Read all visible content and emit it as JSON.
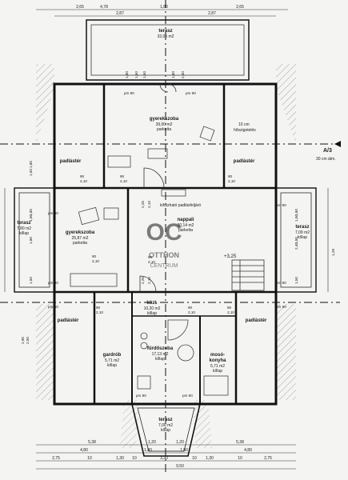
{
  "rooms": {
    "terasz_top": {
      "name": "terasz",
      "area": "32,05 m2"
    },
    "gyerek_top": {
      "name": "gyerekszoba",
      "area": "39,00 m2",
      "floor": "parketta"
    },
    "padlas_tl": {
      "name": "padlástér"
    },
    "padlas_tr": {
      "name": "padlástér"
    },
    "terasz_left": {
      "name": "terasz",
      "area": "7,80 m2",
      "floor": "kőlap"
    },
    "gyerek_left": {
      "name": "gyerekszoba",
      "area": "25,87 m2",
      "floor": "parketta"
    },
    "nappali": {
      "name": "nappali",
      "area": "30,14 m2",
      "floor": "parketta"
    },
    "terasz_right": {
      "name": "terasz",
      "area": "7,09 m2",
      "floor": "kőlap"
    },
    "kozl": {
      "name": "közl.",
      "area": "10,20 m2",
      "floor": "kőlap"
    },
    "padlas_bl": {
      "name": "padlástér"
    },
    "padlas_br": {
      "name": "padlástér"
    },
    "gardrob": {
      "name": "gardrób",
      "area": "5,71 m2",
      "floor": "kőlap"
    },
    "furdo": {
      "name": "fürdőszoba",
      "area": "17,13 m2",
      "floor": "kőlap"
    },
    "moso": {
      "name": "mosó-",
      "name2": "konyha",
      "area": "5,71 m2",
      "floor": "kőlap"
    },
    "terasz_bottom": {
      "name": "terasz",
      "area": "7,00 m2",
      "floor": "kőlap"
    }
  },
  "notes": {
    "ladder": "kihúzható padlásfeljáró",
    "level": "+3,25",
    "section": "A/3",
    "wall_note_1": "10 cm",
    "wall_note_2": "hőszigetelés",
    "eave_note": "30 cm átm."
  },
  "window_labels": [
    {
      "id": "w1",
      "t1": "pm 90",
      "t2": ""
    },
    {
      "id": "w2",
      "t1": "pm 90",
      "t2": ""
    },
    {
      "id": "w3",
      "t1": "90",
      "t2": "2,10"
    },
    {
      "id": "w4",
      "t1": "90",
      "t2": "2,10"
    },
    {
      "id": "w5",
      "t1": "90",
      "t2": "2,10"
    },
    {
      "id": "w6",
      "t1": "90",
      "t2": "2,10"
    },
    {
      "id": "w7",
      "t1": "90",
      "t2": "2,10"
    },
    {
      "id": "w8",
      "t1": "pm 90",
      "t2": ""
    },
    {
      "id": "w9",
      "t1": "pm 90",
      "t2": ""
    },
    {
      "id": "w10",
      "t1": "90",
      "t2": "2,10"
    },
    {
      "id": "w11",
      "t1": "90",
      "t2": "2,10"
    },
    {
      "id": "w12",
      "t1": "90",
      "t2": "2,10"
    },
    {
      "id": "w13",
      "t1": "pm 90",
      "t2": ""
    },
    {
      "id": "w14",
      "t1": "pm 90",
      "t2": ""
    },
    {
      "id": "w15",
      "t1": "pm 90",
      "t2": ""
    },
    {
      "id": "w16",
      "t1": "pm 90",
      "t2": ""
    },
    {
      "id": "w17",
      "t1": "pm 90",
      "t2": ""
    },
    {
      "id": "w18",
      "t1": "pm 90",
      "t2": ""
    }
  ],
  "dimensions": {
    "top_row1": [
      "2,65",
      "4,78",
      "1,80",
      "2,65"
    ],
    "top_row2": [
      "2,87",
      "2,87"
    ],
    "bottom_row1": [
      "5,38",
      "1,20",
      "1,20",
      "5,38"
    ],
    "bottom_row2": [
      "4,80",
      "1,80",
      "1,80",
      "4,80"
    ],
    "bottom_row3": [
      "2,75",
      "10",
      "1,30",
      "10",
      "3,30",
      "10",
      "1,30",
      "10",
      "2,75"
    ],
    "bottom_row4": [
      "9,50"
    ],
    "vertical": [
      "1,80",
      "1,50",
      "1,80",
      "2,40",
      "1,50",
      "1,80",
      "1,50",
      "1,80",
      "1,50",
      "1,80",
      "2,40",
      "1,50",
      "1,80",
      "1,50",
      "1,50",
      "1,80",
      "2,25",
      "2,10",
      "2,25",
      "2,10",
      "2,50",
      "2,90",
      "1,28"
    ]
  },
  "watermark": {
    "logo": "OC",
    "line1": "OTTHON",
    "line2": "CENTRUM"
  }
}
